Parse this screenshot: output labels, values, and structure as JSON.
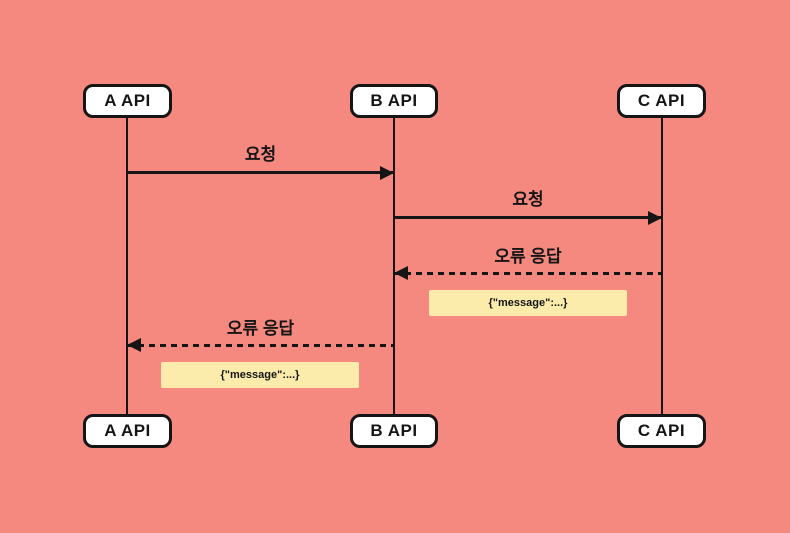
{
  "diagram": {
    "type": "sequence-diagram",
    "actors": [
      {
        "label": "A API"
      },
      {
        "label": "B API"
      },
      {
        "label": "C API"
      }
    ],
    "messages": [
      {
        "label": "요청",
        "from": "A API",
        "to": "B API",
        "line": "solid",
        "direction": "right"
      },
      {
        "label": "요청",
        "from": "B API",
        "to": "C API",
        "line": "solid",
        "direction": "right"
      },
      {
        "label": "오류 응답",
        "from": "C API",
        "to": "B API",
        "line": "dashed",
        "direction": "left"
      },
      {
        "label": "오류 응답",
        "from": "B API",
        "to": "A API",
        "line": "dashed",
        "direction": "left"
      }
    ],
    "notes": [
      {
        "text": "{\"message\":...}"
      },
      {
        "text": "{\"message\":...}"
      }
    ],
    "colors": {
      "background": "#F6897F",
      "actor_fill": "#FFFFFF",
      "line": "#151515",
      "note_fill": "#FBECAB"
    }
  }
}
